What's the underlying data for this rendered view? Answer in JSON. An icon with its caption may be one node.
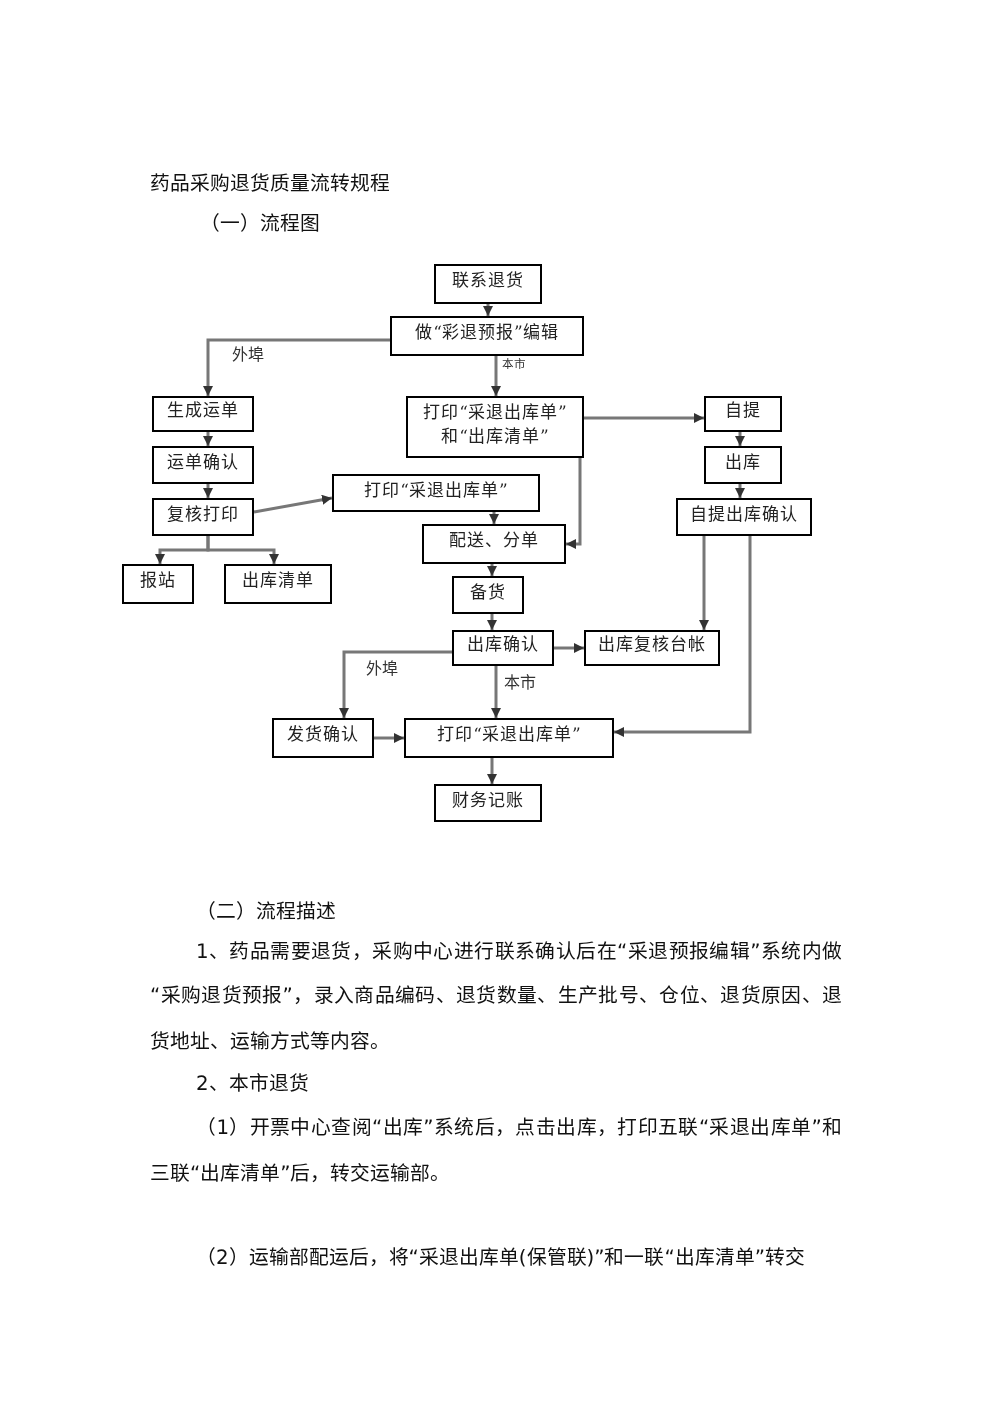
{
  "diagram": {
    "title": "药品采购退货质量流转规程",
    "nodes": [
      {
        "text": [
          "联系退货"
        ]
      },
      {
        "text": [
          "做“彩退预报”编辑"
        ]
      },
      {
        "text": [
          "生成运单"
        ]
      },
      {
        "text": [
          "打印“采退出库单” 和“出库清单”"
        ]
      },
      {
        "text": [
          "自提"
        ]
      },
      {
        "text": [
          "运单确认"
        ]
      },
      {
        "text": [
          "出库"
        ]
      },
      {
        "text": [
          "打印“采退出库单”"
        ]
      },
      {
        "text": [
          "复核打印"
        ]
      },
      {
        "text": [
          "自提出库确认"
        ]
      },
      {
        "text": [
          "配送、分单"
        ]
      },
      {
        "text": [
          "报站"
        ]
      },
      {
        "text": [
          "出库清单"
        ]
      },
      {
        "text": [
          "备货"
        ]
      },
      {
        "text": [
          "出库确认"
        ]
      },
      {
        "text": [
          "出库复核台帐"
        ]
      },
      {
        "text": [
          "发货确认"
        ]
      },
      {
        "text": [
          "打印“采退出库单”"
        ]
      },
      {
        "text": [
          "财务记账"
        ]
      }
    ],
    "edges": [
      {
        "from": 0,
        "to": 1,
        "arrow": "to"
      },
      {
        "from": 1,
        "to": 2,
        "arrow": "to",
        "label": "外埠"
      },
      {
        "from": 1,
        "to": 3,
        "arrow": "to",
        "label": "本市"
      },
      {
        "from": 3,
        "to": 4,
        "arrow": "to"
      },
      {
        "from": 2,
        "to": 5,
        "arrow": "to"
      },
      {
        "from": 4,
        "to": 6,
        "arrow": "to"
      },
      {
        "from": 5,
        "to": 8,
        "arrow": "to"
      },
      {
        "from": 6,
        "to": 9,
        "arrow": "to"
      },
      {
        "from": 8,
        "to": 7,
        "arrow": "to"
      },
      {
        "from": 8,
        "to": 11,
        "arrow": "to"
      },
      {
        "from": 8,
        "to": 12,
        "arrow": "to"
      },
      {
        "from": 7,
        "to": 10,
        "arrow": "to"
      },
      {
        "from": 3,
        "to": 10,
        "arrow": "to"
      },
      {
        "from": 10,
        "to": 13,
        "arrow": "to"
      },
      {
        "from": 13,
        "to": 14,
        "arrow": "to"
      },
      {
        "from": 9,
        "to": 15,
        "arrow": "to"
      },
      {
        "from": 9,
        "to": 17,
        "arrow": "to"
      },
      {
        "from": 14,
        "to": 15,
        "arrow": "to"
      },
      {
        "from": 14,
        "to": 16,
        "arrow": "to",
        "label": "外埠"
      },
      {
        "from": 14,
        "to": 17,
        "arrow": "to",
        "label": "本市"
      },
      {
        "from": 16,
        "to": 17,
        "arrow": "to"
      },
      {
        "from": 17,
        "to": 18,
        "arrow": "to"
      }
    ],
    "labels": [
      "（一）流程图",
      "（二）流程描述",
      "1、药品需要退货，采购中心进行联系确认后在“采退预报编辑”系统内做“采购退货预报”，录入商品编码、退货数量、生产批号、仓位、退货原因、退货地址、运输方式等内容。",
      "2、本市退货",
      "（1）开票中心查阅“出库”系统后，点击出库，打印五联“采退出库单”和三联“出库清单”后，转交运输部。",
      "（2）运输部配运后，将“采退出库单(保管联)”和一联“出库清单”转交"
    ]
  }
}
